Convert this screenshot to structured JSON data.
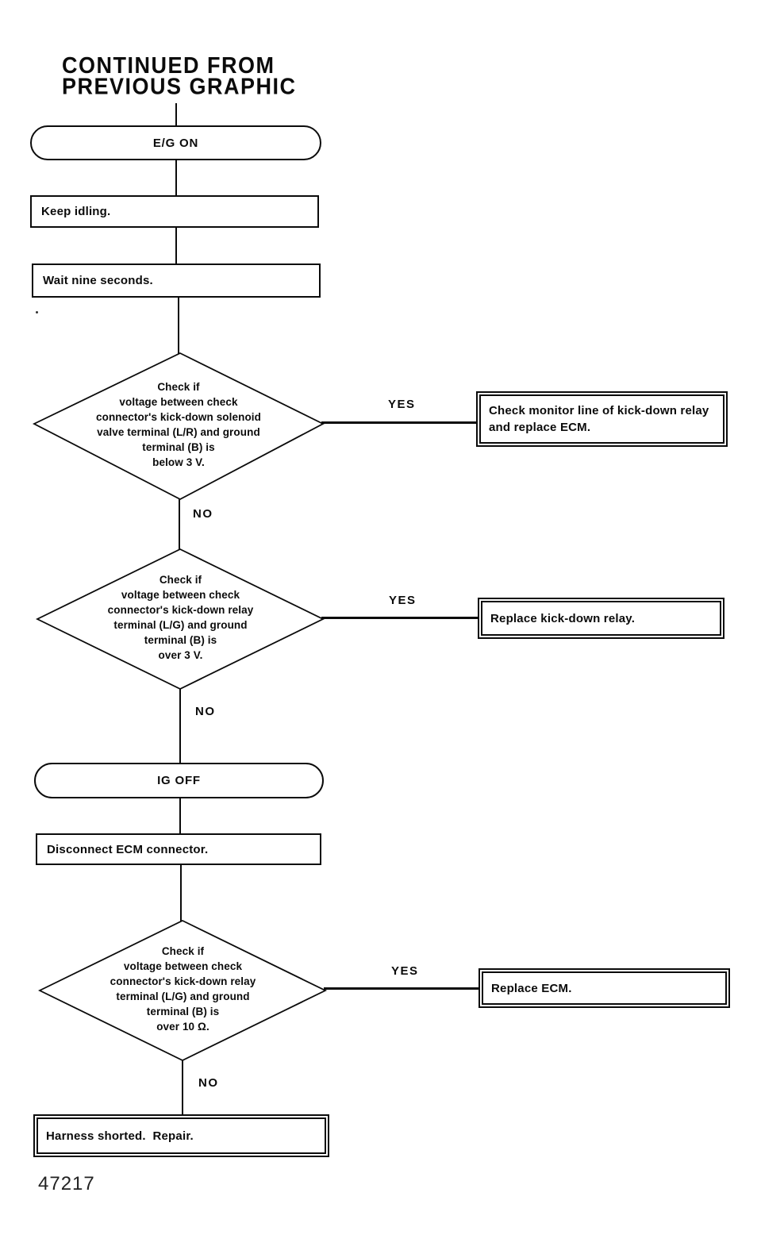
{
  "page": {
    "title_line1": "CONTINUED FROM",
    "title_line2": "PREVIOUS GRAPHIC",
    "figure_number": "47217"
  },
  "colors": {
    "ink": "#0b0b0b",
    "paper": "#ffffff"
  },
  "flow": {
    "start_terminal": "E/G ON",
    "mid_terminal": "IG OFF",
    "process_keep_idling": "Keep idling.",
    "process_wait": "Wait nine seconds.",
    "process_disconnect": "Disconnect ECM connector.",
    "decisions": [
      {
        "lines": [
          "Check if",
          "voltage between check",
          "connector's kick-down solenoid",
          "valve terminal (L/R) and ground",
          "terminal (B) is",
          "below 3 V."
        ],
        "yes_label": "YES",
        "no_label": "NO",
        "yes_result": "Check monitor line of kick-down relay and replace ECM."
      },
      {
        "lines": [
          "Check if",
          "voltage between check",
          "connector's kick-down relay",
          "terminal (L/G) and ground",
          "terminal (B) is",
          "over 3 V."
        ],
        "yes_label": "YES",
        "no_label": "NO",
        "yes_result": "Replace kick-down relay."
      },
      {
        "lines": [
          "Check if",
          "voltage between check",
          "connector's kick-down relay",
          "terminal (L/G) and ground",
          "terminal (B) is",
          "over 10 Ω."
        ],
        "yes_label": "YES",
        "no_label": "NO",
        "yes_result": "Replace ECM."
      }
    ],
    "final_result": "Harness shorted.  Repair."
  }
}
